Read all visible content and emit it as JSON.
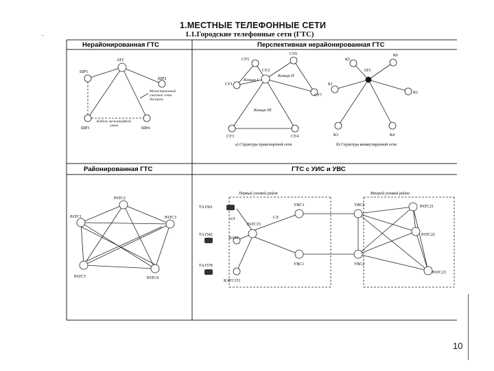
{
  "title": "1.МЕСТНЫЕ ТЕЛЕФОННЫЕ СЕТИ",
  "subtitle": "1.1.Городские телефонные сети (ГТС)",
  "page_number": "10",
  "panels": {
    "top_left": {
      "header": "Нерайонированная ГТС",
      "center_node": "АТС",
      "nodes": [
        "ШР1",
        "ШР2",
        "ШР3",
        "ШР4"
      ],
      "note_magistral": "Магистральный участок сети доступа",
      "note_mezhshk": "Кабель межшкафной связи"
    },
    "top_right": {
      "header": "Перспективная нерайонированная ГТС",
      "left_nodes": [
        "СУ5",
        "СУ6",
        "СУ1",
        "СУ2",
        "СУ7",
        "СУ3",
        "СУ4"
      ],
      "ring_labels": [
        "Кольцо I",
        "Кольцо II",
        "Кольцо III"
      ],
      "caption_a": "а) Структура транспортной сети",
      "star_center": "АТС",
      "star_nodes": [
        "К5",
        "К6",
        "К1",
        "К2",
        "К3",
        "К4"
      ],
      "caption_b": "б) Структура коммутируемой сети"
    },
    "bottom_left": {
      "header": "Районированная ГТС",
      "nodes": [
        "РАТС2",
        "РАТС1",
        "РАТС3",
        "РАТС5",
        "РАТС4"
      ]
    },
    "bottom_right": {
      "header": "ГТС с УИС и УВС",
      "area1": "Первый узловой район",
      "area2": "Второй узловой район",
      "nodes1": [
        "ТА1501",
        "ТА1542",
        "ТА1578",
        "К154",
        "РАТС15",
        "УИС1",
        "УВС1",
        "КАТС151"
      ],
      "nodes2": [
        "УИС2",
        "УВС2",
        "РАТС21",
        "РАТС22",
        "РАТС23"
      ],
      "link_al": "АЛ",
      "link_sl": "СЛ"
    }
  }
}
